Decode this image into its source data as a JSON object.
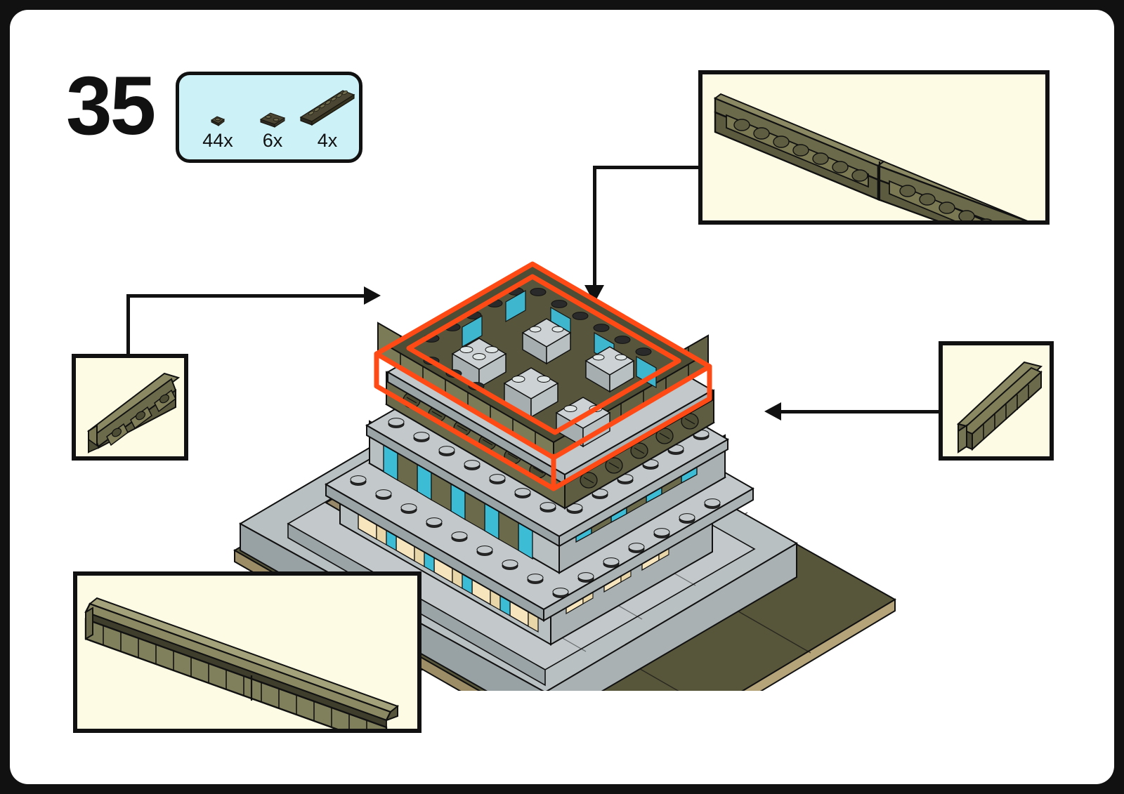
{
  "page": {
    "step_number": "35",
    "frame_color": "#111111",
    "sheet_color": "#ffffff"
  },
  "parts_bin": {
    "background_color": "#ccf1f7",
    "border_color": "#111111",
    "parts": [
      {
        "name": "tile-1x1-dark-olive",
        "quantity": "44x",
        "shape": "tile-1x1",
        "color": "#3a3524"
      },
      {
        "name": "plate-1x2-dark-olive",
        "quantity": "6x",
        "shape": "plate-1x2",
        "color": "#3a3524"
      },
      {
        "name": "plate-1x8-dark-olive",
        "quantity": "4x",
        "shape": "plate-1x8",
        "color": "#3a3524"
      }
    ]
  },
  "detail_boxes": [
    {
      "name": "detail-top-right-cornice-long-run",
      "position": "top-right",
      "background": "#fdfbe4",
      "content_description": "long dark-olive cornice rail with exposed studs, two segments joined",
      "piece_color": "#6b6a48"
    },
    {
      "name": "detail-left-cornice-corner",
      "position": "left",
      "background": "#fdfbe4",
      "content_description": "short dark-olive cornice corner section with three ornamental panels",
      "piece_color": "#6b6a48"
    },
    {
      "name": "detail-right-cornice-angled",
      "position": "right",
      "background": "#fdfbe4",
      "content_description": "angled dark-olive cornice end section, six sloped tiles",
      "piece_color": "#6b6a48"
    },
    {
      "name": "detail-bottom-left-cornice-front-run",
      "position": "bottom-left",
      "background": "#fdfbe4",
      "content_description": "long dark-olive sloped cornice strip, seventeen tile segments",
      "piece_color": "#81805c"
    }
  ],
  "model": {
    "name": "lego-modular-building-roof-step",
    "highlight_color": "#ff4a16",
    "highlight_description": "orange outline around newly added roof cornice ring",
    "colors": {
      "olive": "#6b6a4b",
      "olive_dark": "#4d4c34",
      "olive_light": "#8a8964",
      "light_grey": "#b9c0c2",
      "light_grey_dark": "#97a0a3",
      "light_grey_top": "#cdd3d4",
      "trans_blue": "#3dbcd6",
      "trans_blue_dark": "#1c8ca8",
      "tan": "#c9b793",
      "dark_tan": "#97886a",
      "cream": "#f7e6bd",
      "base_olive": "#57553a",
      "stud_dark": "#2a2a2a",
      "outline": "#111111"
    }
  },
  "leaders": [
    {
      "name": "leader-left-box-to-roof",
      "arrow": "arrow-right",
      "target": "roof-front-left-corner"
    },
    {
      "name": "leader-top-right-box-to-roof",
      "arrow": "arrow-down",
      "target": "roof-back-edge"
    },
    {
      "name": "leader-right-box-to-roof",
      "arrow": "arrow-left",
      "target": "roof-right-corner"
    },
    {
      "name": "leader-bottom-left-box-to-roof",
      "arrow": "arrow-up",
      "target": "roof-front-cornice"
    }
  ]
}
